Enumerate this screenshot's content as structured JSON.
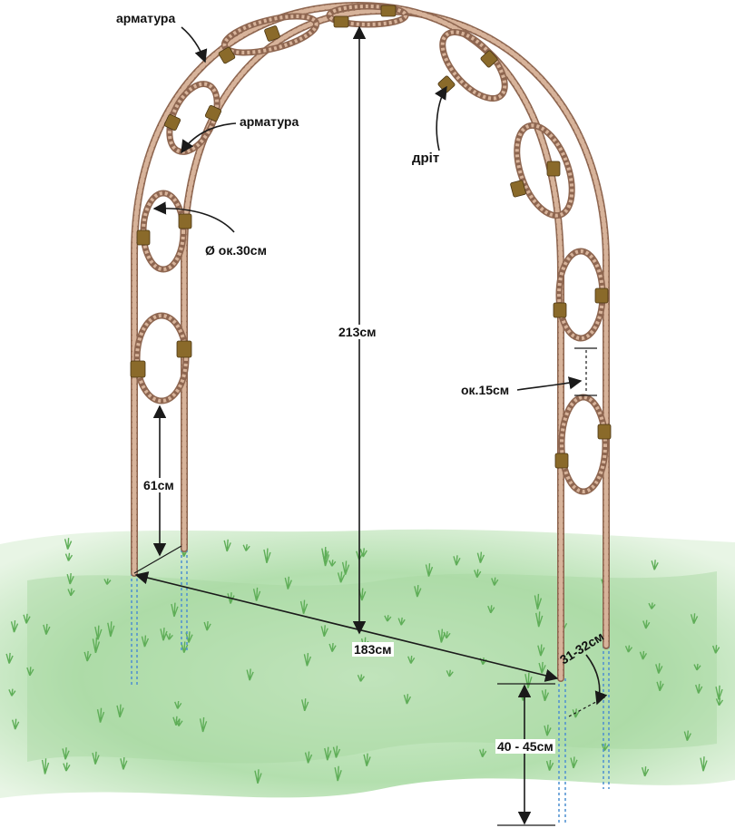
{
  "labels": {
    "rebar_top": "арматура",
    "rebar_mid": "арматура",
    "wire": "дріт",
    "ring_diameter": "Ø ок.30см",
    "height": "213см",
    "ring_gap": "ок.15см",
    "ring_to_ground": "61см",
    "width": "183см",
    "depth_offset": "31-32см",
    "bury_depth": "40 - 45см"
  },
  "colors": {
    "rebar": "#c49a7e",
    "rebar_rib": "#8e6650",
    "wire_band": "#8a6a2a",
    "grass_light": "#e9f4e6",
    "grass_mid": "#b9e0b4",
    "grass_dark": "#8fcf8a",
    "underground_dash": "#4d8fd1",
    "dim_line": "#1a1a1a"
  }
}
